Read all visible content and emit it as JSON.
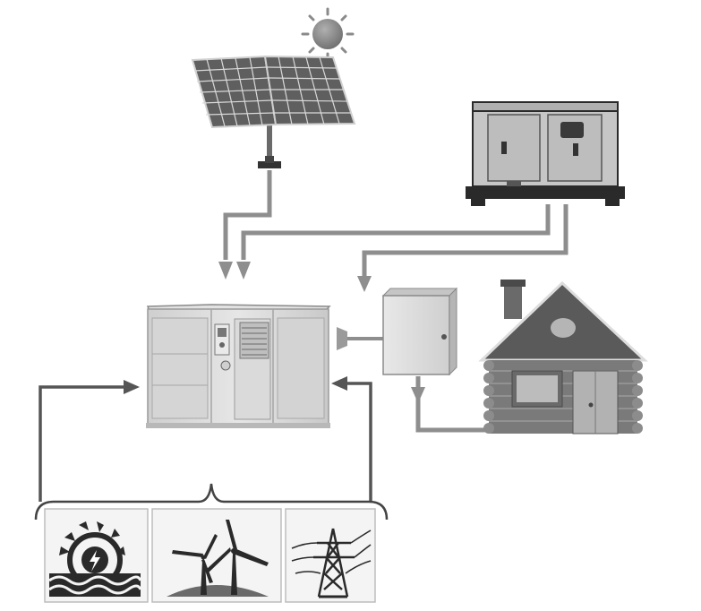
{
  "diagram": {
    "colors": {
      "connector": "#8e8e8e",
      "arrow": "#555555",
      "panel": "#5f5f5f",
      "roof": "#5a5a5a",
      "wall": "#7a7a7a",
      "sun": "#8a8a8a",
      "container": "#d4d4d4",
      "generator": "#c4c4c4",
      "cabinet": "#dcdcdc"
    },
    "components": [
      {
        "id": "sun",
        "icon": "sun-icon"
      },
      {
        "id": "solar-panels",
        "icon": "solar-panel-icon"
      },
      {
        "id": "diesel-generator",
        "icon": "generator-icon"
      },
      {
        "id": "power-container",
        "icon": "container-icon"
      },
      {
        "id": "distribution-cabinet",
        "icon": "electrical-cabinet-icon"
      },
      {
        "id": "log-house",
        "icon": "house-icon"
      },
      {
        "id": "hydro-power",
        "icon": "hydro-turbine-icon"
      },
      {
        "id": "wind-power",
        "icon": "wind-turbine-icon"
      },
      {
        "id": "power-grid",
        "icon": "transmission-tower-icon"
      }
    ]
  }
}
